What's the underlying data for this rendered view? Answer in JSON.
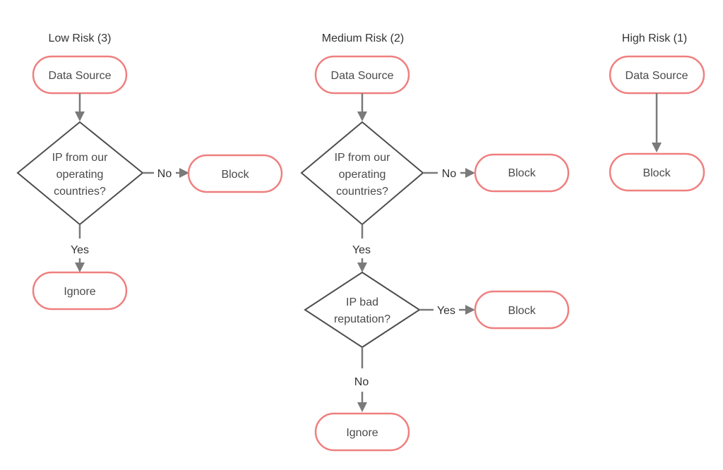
{
  "columns": {
    "low": {
      "title": "Low Risk (3)",
      "source": "Data Source",
      "decision": [
        "IP from our",
        "operating",
        "countries?"
      ],
      "no_label": "No",
      "no_action": "Block",
      "yes_label": "Yes",
      "yes_action": "Ignore"
    },
    "medium": {
      "title": "Medium Risk (2)",
      "source": "Data Source",
      "decision1": [
        "IP from our",
        "operating",
        "countries?"
      ],
      "no_label": "No",
      "no_action": "Block",
      "yes_label": "Yes",
      "decision2": [
        "IP bad",
        "reputation?"
      ],
      "yes2_label": "Yes",
      "yes2_action": "Block",
      "no2_label": "No",
      "no2_action": "Ignore"
    },
    "high": {
      "title": "High Risk (1)",
      "source": "Data Source",
      "action": "Block"
    }
  },
  "colors": {
    "terminator_border": "#ef7f7f",
    "decision_border": "#4d4d4d",
    "connector": "#7a7a7a",
    "text": "#4a4a4a"
  }
}
